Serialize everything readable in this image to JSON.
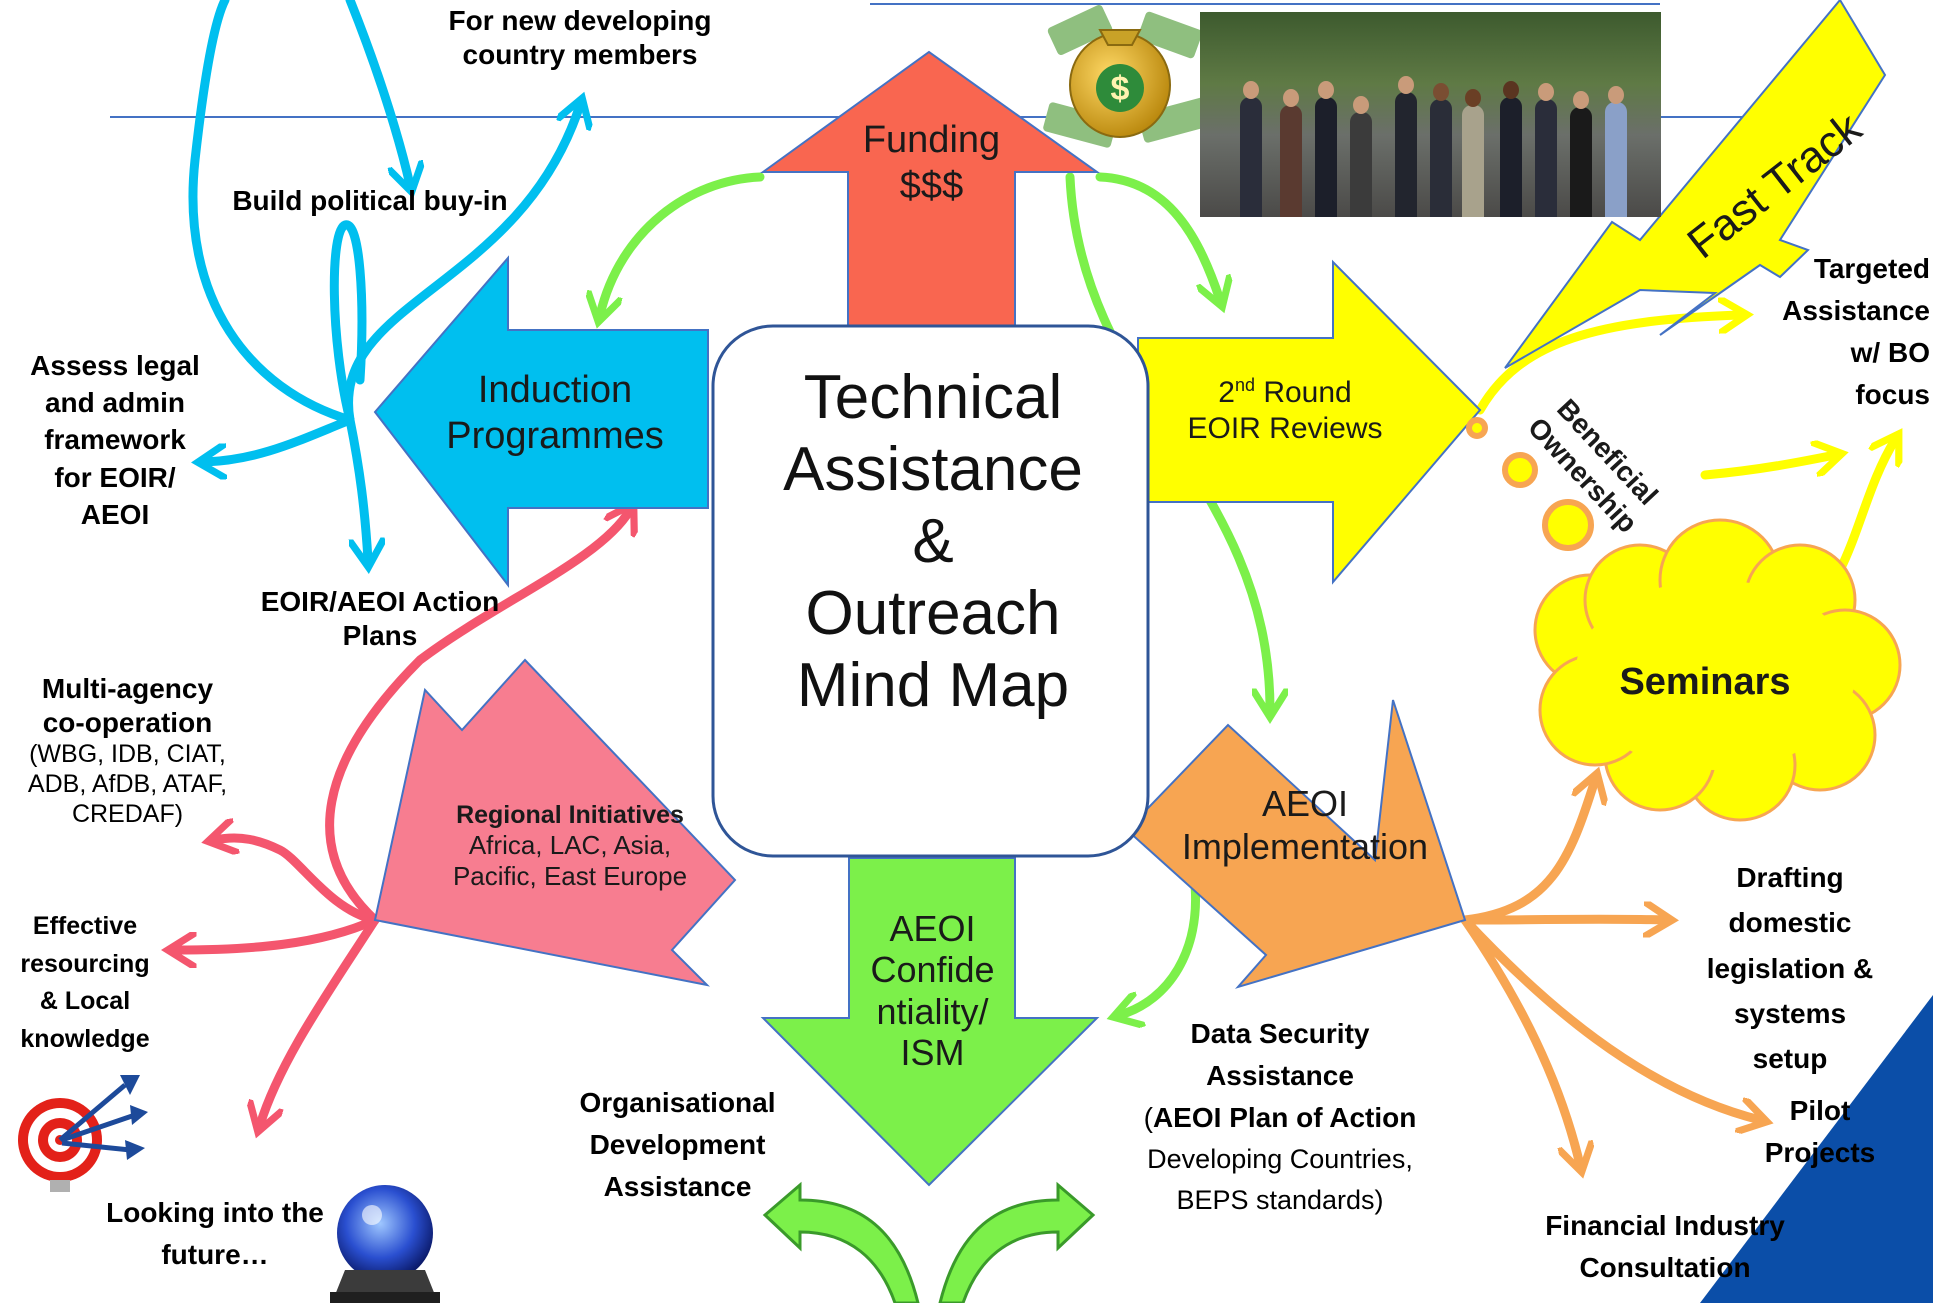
{
  "center": {
    "title": "Technical\nAssistance\n&\nOutreach\nMind Map"
  },
  "branches": {
    "funding": {
      "line1": "Funding",
      "line2": "$$$"
    },
    "induction": {
      "line1": "Induction",
      "line2": "Programmes"
    },
    "second_round": {
      "prefix": "2",
      "sup": "nd",
      "line1_rest": " Round",
      "line2": "EOIR Reviews"
    },
    "regional": {
      "title": "Regional Initiatives",
      "body": "Africa, LAC, Asia,\nPacific, East Europe"
    },
    "confidentiality": {
      "text": "AEOI\nConfide\nntiality/\nISM"
    },
    "aeoi_impl": {
      "line1": "AEOI",
      "line2": "Implementation"
    },
    "fast_track": {
      "text": "Fast Track"
    },
    "seminars": {
      "text": "Seminars"
    },
    "beneficial": {
      "text": "Beneficial\nOwnership"
    }
  },
  "labels": {
    "new_members": "For new developing\ncountry members",
    "political": "Build political buy-in",
    "assess": "Assess legal\nand admin\nframework\nfor EOIR/\nAEOI",
    "action_plans": "EOIR/AEOI Action\nPlans",
    "multi_agency_title": "Multi-agency\nco-operation",
    "multi_agency_body": "(WBG, IDB, CIAT,\nADB, AfDB, ATAF,\nCREDAF)",
    "resourcing": "Effective\nresourcing\n& Local\nknowledge",
    "future": "Looking into the\nfuture…",
    "org_dev": "Organisational\nDevelopment\nAssistance",
    "data_security_title": "Data Security\nAssistance",
    "data_security_paren_open": "(",
    "data_security_plan": "AEOI Plan of Action",
    "data_security_body": "Developing Countries,\nBEPS standards)",
    "targeted": "Targeted\nAssistance\nw/ BO\nfocus",
    "drafting": "Drafting\ndomestic\nlegislation &\nsystems\nsetup",
    "pilot": "Pilot\nProjects",
    "financial": "Financial Industry\nConsultation"
  },
  "colors": {
    "cyan": "#00bfef",
    "green": "#7cf04a",
    "pink": "#f4566e",
    "orange": "#f7a552",
    "yellow": "#ffff00",
    "funding_red": "#f96650",
    "induction_blue": "#00bfef",
    "regional_pink": "#f77d90",
    "aeoi_orange": "#f7a552",
    "confid_green": "#7cf04a"
  }
}
